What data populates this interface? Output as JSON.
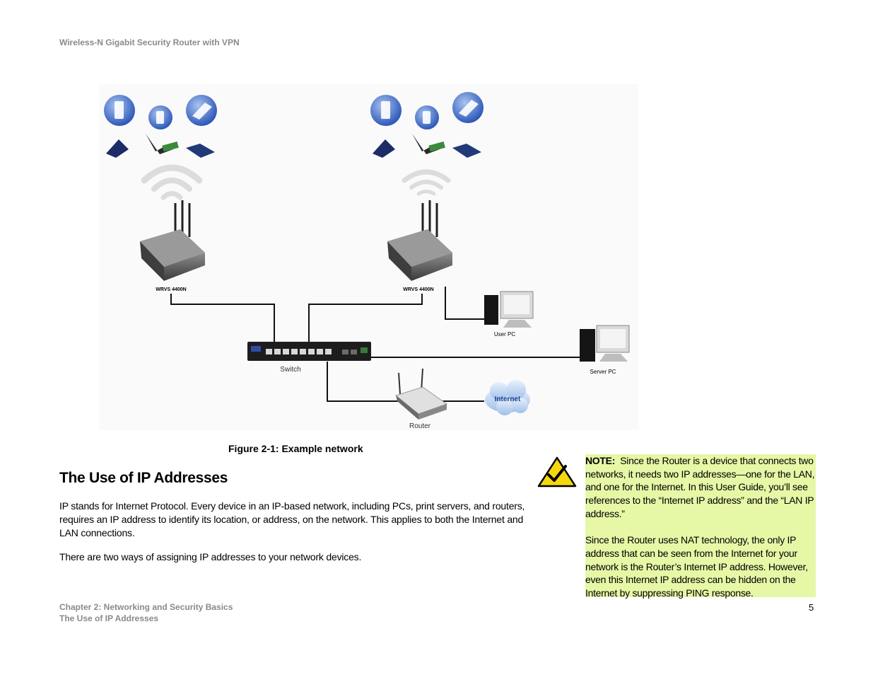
{
  "header": {
    "title": "Wireless-N Gigabit Security Router with VPN"
  },
  "figure": {
    "labels": {
      "router_left": "WRVS 4400N",
      "router_right": "WRVS 4400N",
      "switch": "Switch",
      "user_pc": "User PC",
      "server_pc": "Server PC",
      "internet": "Internet",
      "router": "Router"
    },
    "caption": "Figure 2-1: Example network"
  },
  "section": {
    "heading": "The Use of IP Addresses",
    "paragraphs": [
      "IP stands for Internet Protocol. Every device in an IP-based network, including PCs, print servers, and routers, requires an IP address to identify its location, or address, on the network. This applies to both the Internet and LAN connections.",
      "There are two ways of assigning IP addresses to your network devices."
    ]
  },
  "note": {
    "label": "NOTE:",
    "text1": "Since the Router is a device that connects two networks, it needs two IP addresses—one for the LAN, and one for the Internet. In this User Guide, you’ll see references to the “Internet IP address” and the “LAN IP address.”",
    "text2": "Since the Router uses NAT technology, the only IP address that can be seen from the Internet for your network is the Router’s Internet IP address. However, even this Internet IP address can be hidden on the Internet by suppressing PING response."
  },
  "footer": {
    "chapter": "Chapter 2: Networking and Security Basics",
    "section": "The Use of IP Addresses",
    "page_number": "5"
  }
}
